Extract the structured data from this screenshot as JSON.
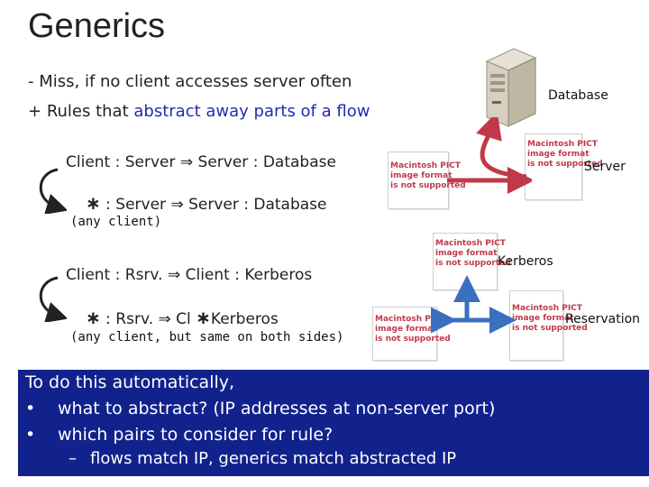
{
  "title": "Generics",
  "bullets": {
    "minus_prefix": "- ",
    "minus_text": "Miss, if no client accesses server often",
    "plus_prefix": "+ ",
    "plus_text_a": "Rules that ",
    "plus_text_b": "abstract away parts of a flow"
  },
  "rules": {
    "r1_line": "Client : Server ⇒ Server : Database",
    "r1_abstract": "∗",
    "r1_abstract_rest": " : Server ⇒ Server : Database",
    "r1_note": "(any client)",
    "r2_line": "Client : Rsrv. ⇒ Client : Kerberos",
    "r2_abstract": "∗",
    "r2_abstract_mid": " : Rsrv. ⇒ Cl",
    "r2_abstract_star2": "∗",
    "r2_abstract_end": "Kerberos",
    "r2_note": "(any client, but same on both sides)"
  },
  "pict_placeholder": "Macintosh PICT\nimage format\nis not supported",
  "labels": {
    "database": "Database",
    "server": "Server",
    "kerberos": "Kerberos",
    "reservation": "Reservation"
  },
  "bottom_box": {
    "l1": "To do this automatically,",
    "l2_bullet": "•",
    "l2": "what to abstract? (IP addresses at non-server port)",
    "l3_bullet": "•",
    "l3": "which pairs to consider for rule?",
    "l4_dash": "–",
    "l4": "flows match IP, generics match abstracted IP"
  },
  "colors": {
    "red_arrow": "#c0394b",
    "blue_arrow": "#3b6fc0",
    "bar_bg": "#12228c",
    "accent_blue": "#1f2db0"
  },
  "icons": [
    "server-tower-icon",
    "curved-arrow-icon"
  ]
}
